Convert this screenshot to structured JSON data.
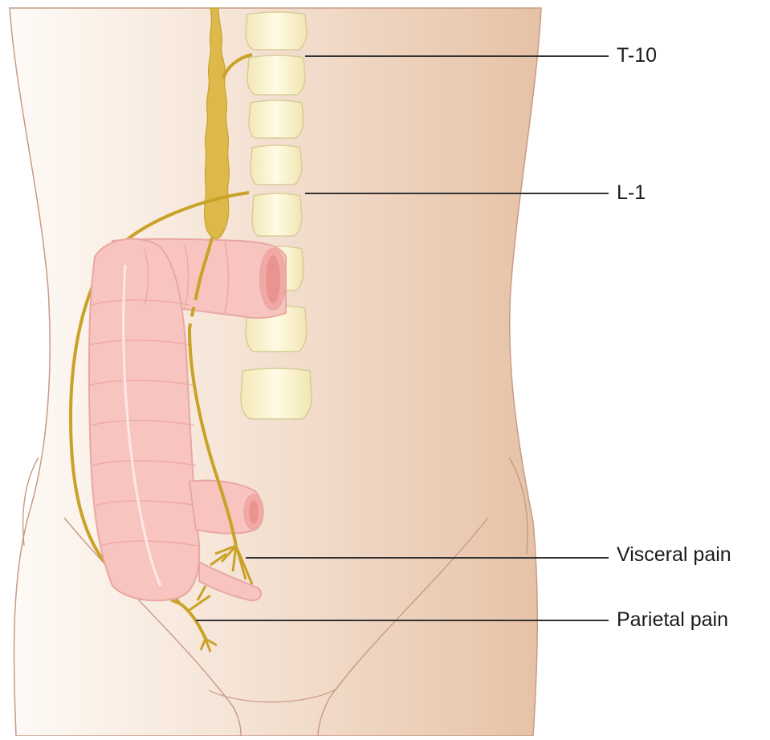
{
  "labels": {
    "t10": "T-10",
    "l1": "L-1",
    "visceral": "Visceral pain",
    "parietal": "Parietal pain"
  },
  "colors": {
    "skin_light": "#fdf6f0",
    "skin_dark": "#e9c9b0",
    "skin_outline": "#c89a86",
    "nerve": "#c9a227",
    "nerve_fill": "#dcb94a",
    "vertebra": "#f8f0c8",
    "vertebra_outline": "#d8cc98",
    "colon": "#f7c4c0",
    "colon_outline": "#e9a7a2",
    "leader_line": "#333333"
  },
  "icons": {
    "vertebrae": "vertebra-shape",
    "colon": "colon-illustration",
    "nerve": "nerve-pathway"
  }
}
